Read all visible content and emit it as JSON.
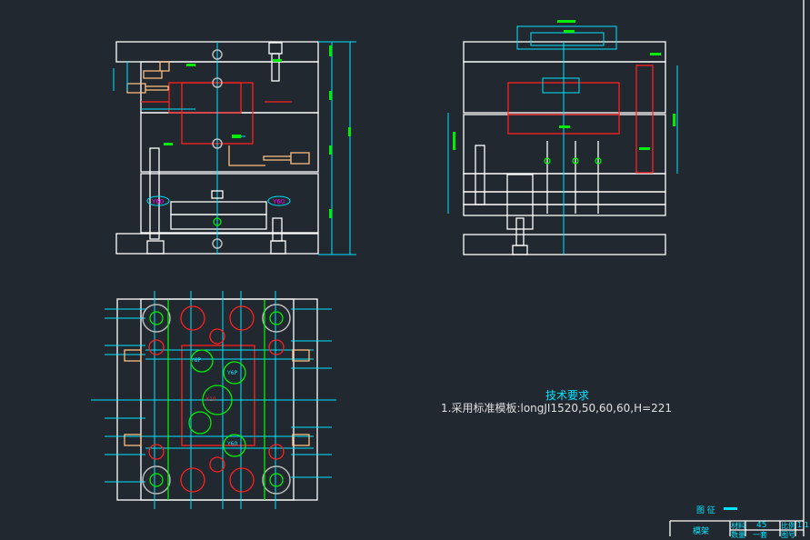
{
  "technical_requirements": {
    "title": "技术要求",
    "line1": "1.采用标准模板:longJI1520,50,60,60,H=221"
  },
  "front_view": {
    "labels": [
      "Y60",
      "Y60"
    ]
  },
  "plan_view": {
    "labels": [
      "Y6P",
      "Y6P",
      "X10",
      "Y60"
    ]
  },
  "title_block": {
    "header_label": "图 征",
    "name": "模架",
    "material_label": "材料",
    "material_value": "45",
    "scale_label": "比例",
    "scale_value": "1:1",
    "quantity_label": "数量",
    "quantity_value": "一套",
    "drawing_no_label": "图号"
  },
  "colors": {
    "background": "#212830",
    "outline": "#ffffff",
    "dimension": "#00e5ff",
    "cavity": "#ff2020",
    "text_dim": "#00ee00",
    "cooling": "#ffc080"
  }
}
